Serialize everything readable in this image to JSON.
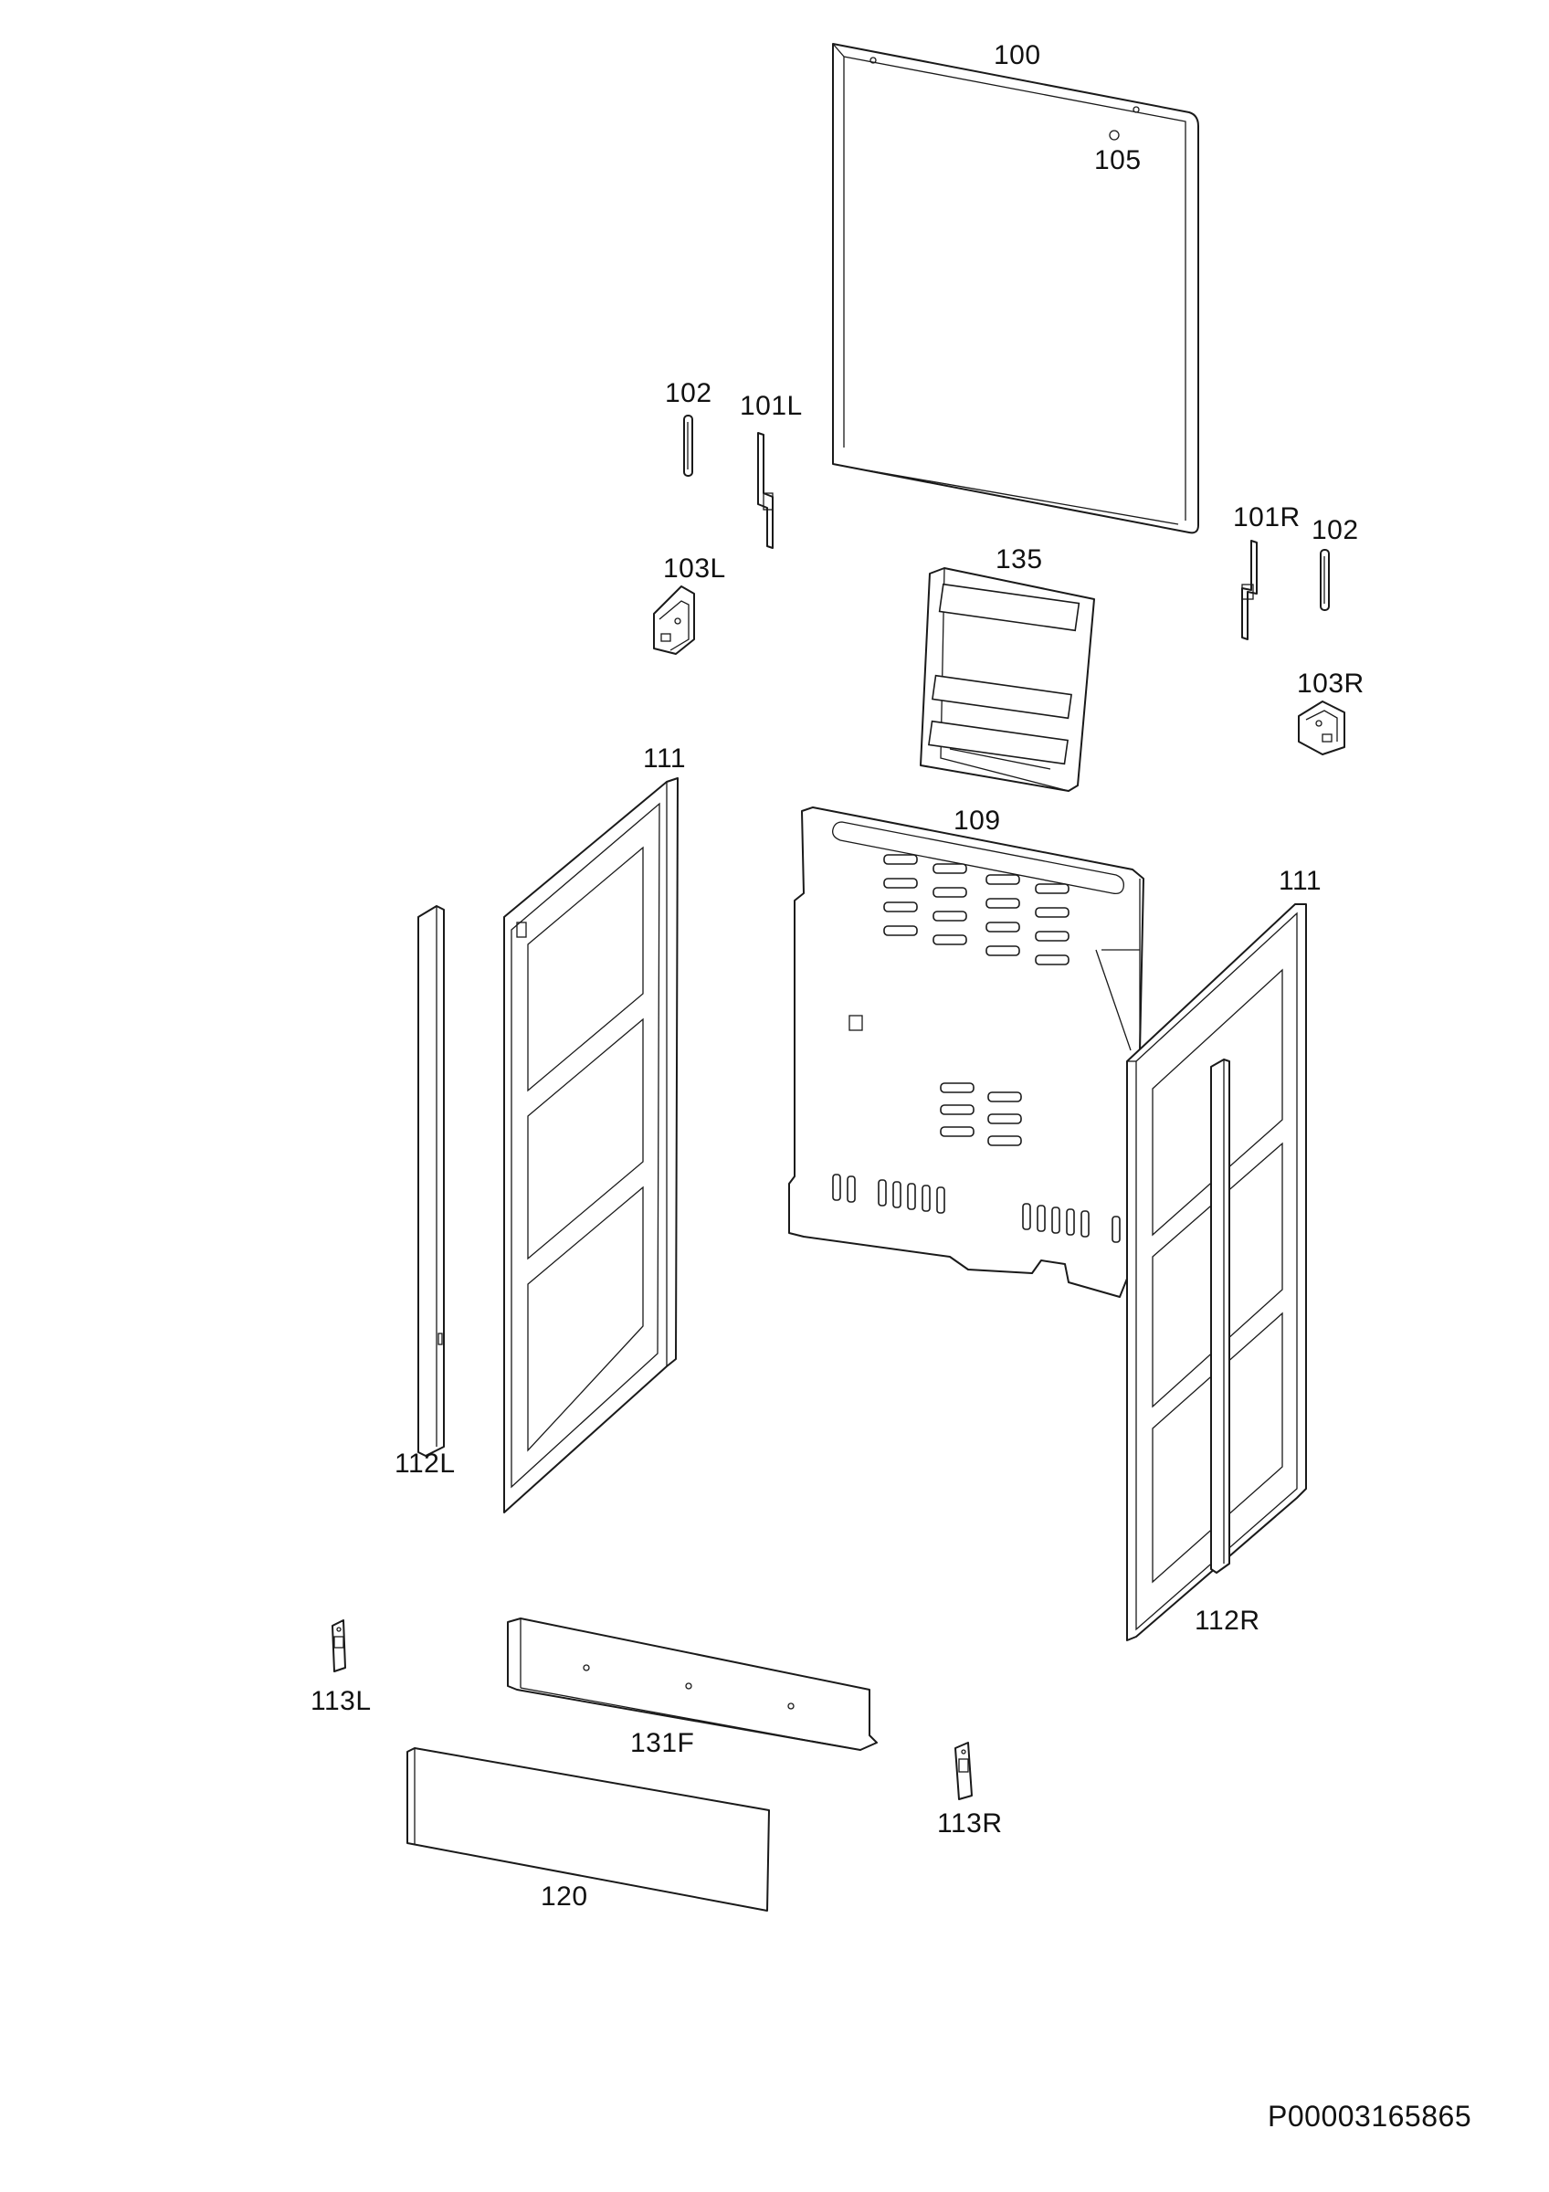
{
  "diagram": {
    "labels": {
      "p100": "100",
      "p105": "105",
      "p102_left": "102",
      "p101L": "101L",
      "p101R": "101R",
      "p102_right": "102",
      "p103L": "103L",
      "p135": "135",
      "p103R": "103R",
      "p111_left": "111",
      "p109": "109",
      "p111_right": "111",
      "p112L": "112L",
      "p112R": "112R",
      "p113L": "113L",
      "p131F": "131F",
      "p113R": "113R",
      "p120": "120"
    },
    "document_code": "P00003165865"
  }
}
